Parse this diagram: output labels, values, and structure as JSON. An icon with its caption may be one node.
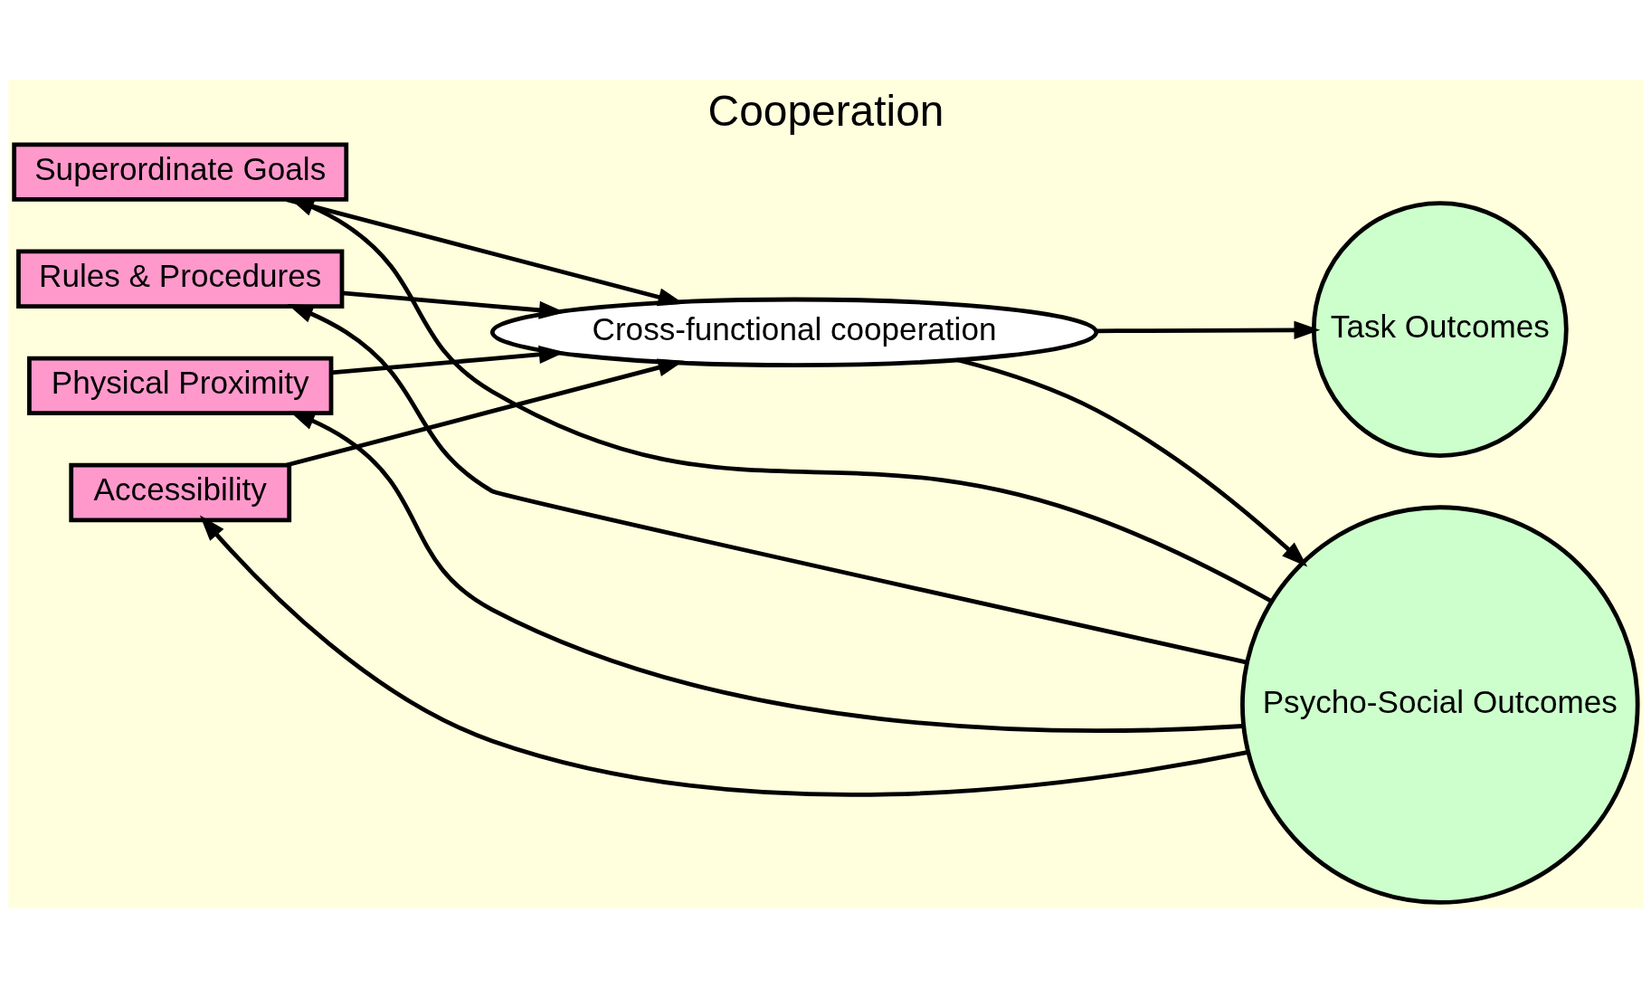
{
  "diagram": {
    "title": "Cooperation",
    "nodes": [
      {
        "text": [
          "Superordinate Goals"
        ]
      },
      {
        "text": [
          "Rules & Procedures"
        ]
      },
      {
        "text": [
          "Physical Proximity"
        ]
      },
      {
        "text": [
          "Accessibility"
        ]
      },
      {
        "text": [
          "Cross-functional cooperation"
        ]
      },
      {
        "text": [
          "Task Outcomes"
        ]
      },
      {
        "text": [
          "Psycho-Social Outcomes"
        ]
      }
    ],
    "edges": [
      {
        "from": 0,
        "to": 4,
        "arrow": "to"
      },
      {
        "from": 1,
        "to": 4,
        "arrow": "to"
      },
      {
        "from": 2,
        "to": 4,
        "arrow": "to"
      },
      {
        "from": 3,
        "to": 4,
        "arrow": "to"
      },
      {
        "from": 4,
        "to": 5,
        "arrow": "to"
      },
      {
        "from": 4,
        "to": 6,
        "arrow": "to"
      },
      {
        "from": 6,
        "to": 0,
        "arrow": "to"
      },
      {
        "from": 6,
        "to": 1,
        "arrow": "to"
      },
      {
        "from": 6,
        "to": 2,
        "arrow": "to"
      },
      {
        "from": 6,
        "to": 3,
        "arrow": "to"
      }
    ]
  }
}
